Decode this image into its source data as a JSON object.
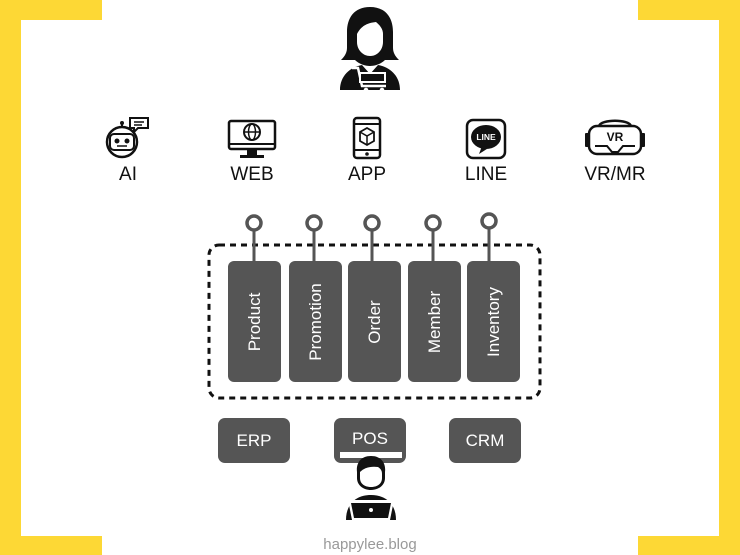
{
  "colors": {
    "accent": "#fdd835",
    "block": "#555555",
    "ink": "#111111"
  },
  "channels": [
    {
      "label": "AI",
      "icon": "robot-chat-icon"
    },
    {
      "label": "WEB",
      "icon": "monitor-globe-icon"
    },
    {
      "label": "APP",
      "icon": "phone-box-icon"
    },
    {
      "label": "LINE",
      "icon": "line-app-icon"
    },
    {
      "label": "VR/MR",
      "icon": "vr-headset-icon"
    }
  ],
  "line_icon_text": "LINE",
  "vr_icon_text": "VR",
  "services": [
    "Product",
    "Promotion",
    "Order",
    "Member",
    "Inventory"
  ],
  "systems": [
    "ERP",
    "POS",
    "CRM"
  ],
  "footer": "happylee.blog"
}
